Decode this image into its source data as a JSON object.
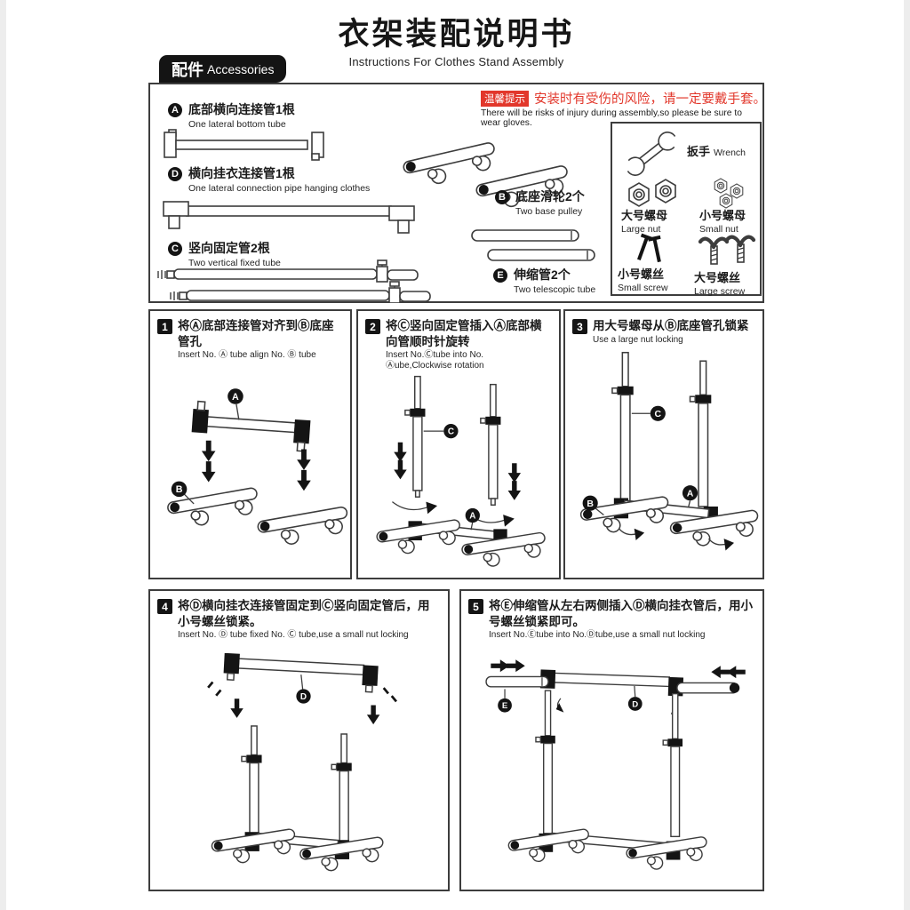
{
  "title": {
    "zh": "衣架装配说明书",
    "en": "Instructions For Clothes Stand Assembly"
  },
  "accessories_tab": {
    "zh": "配件",
    "en": "Accessories"
  },
  "warning": {
    "badge": "温馨提示",
    "zh": "安装时有受伤的风险，请一定要戴手套。",
    "en": "There will be risks of injury during assembly,so please be sure to wear gloves.",
    "accent_color": "#e2372b"
  },
  "parts": [
    {
      "id": "A",
      "zh": "底部横向连接管1根",
      "en": "One lateral bottom tube"
    },
    {
      "id": "D",
      "zh": "横向挂衣连接管1根",
      "en": "One lateral connection pipe hanging clothes"
    },
    {
      "id": "C",
      "zh": "竖向固定管2根",
      "en": "Two vertical fixed tube"
    },
    {
      "id": "B",
      "zh": "底座滑轮2个",
      "en": "Two base pulley"
    },
    {
      "id": "E",
      "zh": "伸缩管2个",
      "en": "Two telescopic tube"
    }
  ],
  "tools": {
    "wrench": {
      "zh": "扳手",
      "en": "Wrench",
      "icon": "wrench-icon"
    },
    "large_nut": {
      "zh": "大号螺母",
      "en": "Large nut",
      "icon": "large-nut-icon"
    },
    "small_nut": {
      "zh": "小号螺母",
      "en": "Small nut",
      "icon": "small-nut-icon"
    },
    "small_screw": {
      "zh": "小号螺丝",
      "en": "Small screw",
      "icon": "small-screw-icon"
    },
    "large_screw": {
      "zh": "大号螺丝",
      "en": "Large screw",
      "icon": "large-screw-icon"
    }
  },
  "steps": [
    {
      "num": "1",
      "zh": "将Ⓐ底部连接管对齐到Ⓑ底座管孔",
      "en": "Insert No. Ⓐ tube align No. Ⓑ tube",
      "labels": {
        "a": "A",
        "b": "B"
      }
    },
    {
      "num": "2",
      "zh": "将Ⓒ竖向固定管插入Ⓐ底部横向管顺时针旋转",
      "en": "Insert No.Ⓒtube into No. Ⓐube,Clockwise rotation",
      "labels": {
        "c": "C",
        "a": "A"
      }
    },
    {
      "num": "3",
      "zh": "用大号螺母从Ⓑ底座管孔锁紧",
      "en": "Use a large nut locking",
      "labels": {
        "c": "C",
        "a": "A",
        "b": "B"
      }
    },
    {
      "num": "4",
      "zh": "将Ⓓ横向挂衣连接管固定到Ⓒ竖向固定管后，用小号螺丝锁紧。",
      "en": "Insert No. Ⓓ tube fixed No. Ⓒ tube,use a small nut locking",
      "labels": {
        "d": "D"
      }
    },
    {
      "num": "5",
      "zh": "将Ⓔ伸缩管从左右两侧插入Ⓓ横向挂衣管后，用小号螺丝锁紧即可。",
      "en": "Insert No.Ⓔtube into No.Ⓓtube,use a small nut locking",
      "labels": {
        "e": "E",
        "d": "D"
      }
    }
  ]
}
